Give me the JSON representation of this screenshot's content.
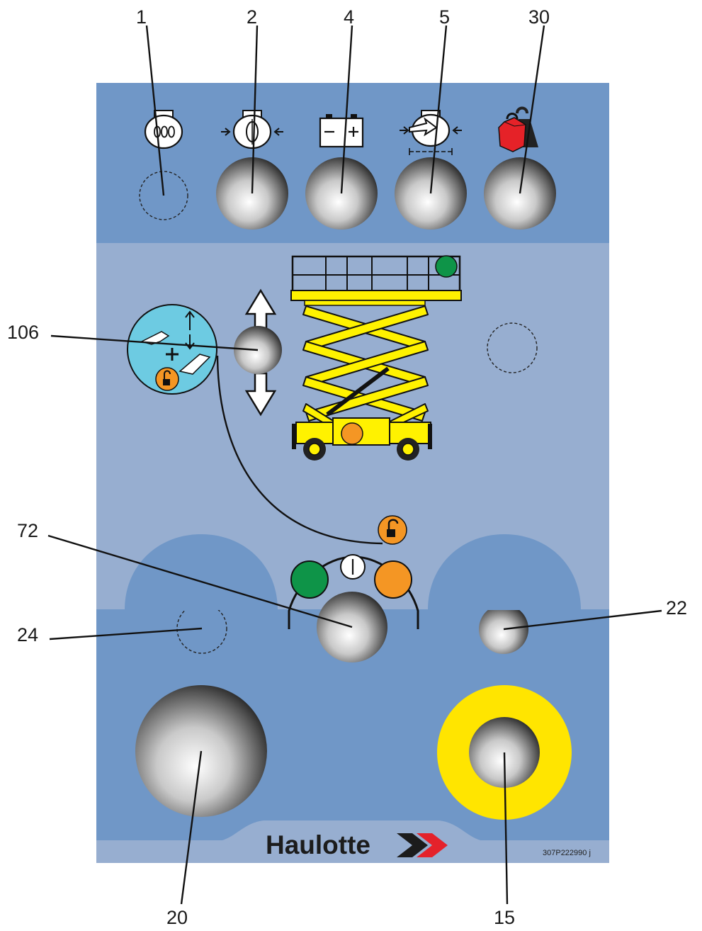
{
  "callouts": {
    "c1": "1",
    "c2": "2",
    "c4": "4",
    "c5": "5",
    "c30": "30",
    "c106": "106",
    "c72": "72",
    "c24": "24",
    "c22": "22",
    "c20": "20",
    "c15": "15"
  },
  "panel": {
    "brand": "Haulotte",
    "part_number": "307P222990 j"
  },
  "colors": {
    "panel_top": "#7097c7",
    "panel_body": "#97aed0",
    "panel_border": "#7097c7",
    "emergency_ring": "#ffe500",
    "indicator_green": "#0e9448",
    "indicator_orange": "#f49624",
    "machine_yellow": "#fff200",
    "info_disc": "#6dcbe2",
    "brand_chevron": "#e4222b"
  },
  "icons": {
    "indicator_1": "glow-plug-icon",
    "indicator_2": "engine-oil-pressure-icon",
    "indicator_4": "battery-charge-icon",
    "indicator_5": "air-filter-icon",
    "indicator_30": "overload-weight-icon",
    "indicator_24": "rotating-beacon-icon",
    "button_22": "rotation-arrow-icon",
    "selector_72": "mode-selector-icon",
    "info_106": "enable-procedure-icon"
  }
}
